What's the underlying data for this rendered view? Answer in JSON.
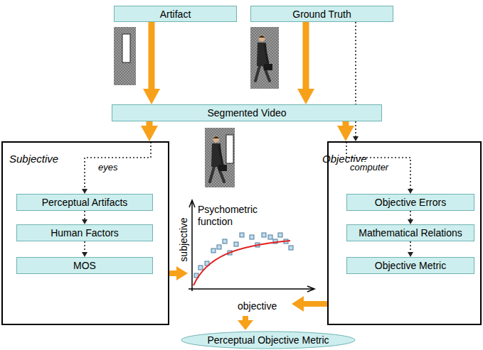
{
  "diagram": {
    "nodes": [
      {
        "text": [
          "Artifact"
        ]
      },
      {
        "text": [
          "Ground Truth"
        ]
      },
      {
        "text": [
          "Segmented Video"
        ]
      },
      {
        "text": [
          "Subjective"
        ]
      },
      {
        "text": [
          "Perceptual Artifacts"
        ],
        "in": 3
      },
      {
        "text": [
          "Human Factors"
        ],
        "in": 3
      },
      {
        "text": [
          "MOS"
        ],
        "in": 3
      },
      {
        "text": [
          "Objective"
        ]
      },
      {
        "text": [
          "Objective Errors"
        ],
        "in": 7
      },
      {
        "text": [
          "Mathematical Relations"
        ],
        "in": 7
      },
      {
        "text": [
          "Objective Metric"
        ],
        "in": 7
      },
      {
        "text": [
          "Perceptual Objective Metric"
        ]
      }
    ],
    "edges": [
      {
        "from": 0,
        "to": 2,
        "arrow": "to"
      },
      {
        "from": 1,
        "to": 2,
        "arrow": "to"
      },
      {
        "from": 1,
        "to": 7,
        "arrow": "to"
      },
      {
        "from": 2,
        "to": 3,
        "arrow": "to"
      },
      {
        "from": 2,
        "to": 7,
        "arrow": "to"
      },
      {
        "from": 3,
        "to": 4,
        "label": "eyes",
        "arrow": "to"
      },
      {
        "from": 4,
        "to": 5,
        "arrow": "to"
      },
      {
        "from": 5,
        "to": 6,
        "arrow": "to"
      },
      {
        "from": 7,
        "to": 8,
        "label": "computer",
        "arrow": "to"
      },
      {
        "from": 8,
        "to": 9,
        "arrow": "to"
      },
      {
        "from": 9,
        "to": 10,
        "arrow": "to"
      }
    ],
    "labels": [
      "Psychometric function",
      "subjective",
      "objective"
    ]
  }
}
